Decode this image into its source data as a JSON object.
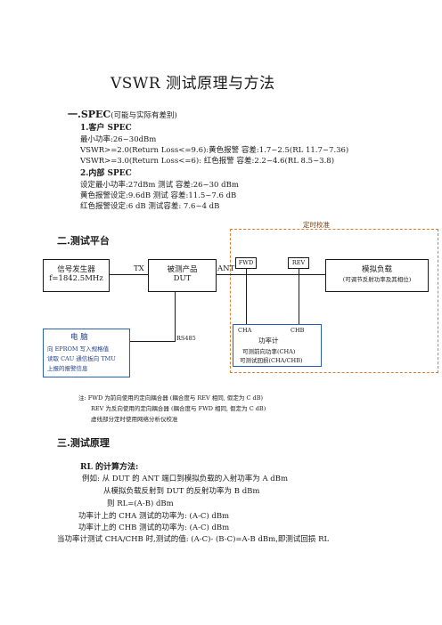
{
  "title": "VSWR 测试原理与方法",
  "sec1": {
    "heading_bold": "一.SPEC",
    "heading_note": "(可能与实际有差别)",
    "sub1": "1.客户 SPEC",
    "lines1": [
      "最小功率:26~30dBm",
      "VSWR>=2.0(Return Loss<=9.6):黄色报警  容差:1.7~2.5(RL 11.7~7.36)",
      "VSWR>=3.0(Return Loss<=6):   红色报警  容差:2.2~4.6(RL 8.5~3.8)"
    ],
    "sub2": "2.内部 SPEC",
    "lines2": [
      "设定最小功率:27dBm      测试 容差:26~30 dBm",
      "黄色报警设定:9.6dB        测试 容差:11.5~7.6 dB",
      "红色报警设定:6 dB           测试容差: 7.6~4 dB"
    ]
  },
  "sec2": {
    "heading": "二.测试平台",
    "calib_label": "定时校准",
    "sig_gen": [
      "信号发生器",
      "f=1842.5MHz"
    ],
    "tx": "TX",
    "dut": [
      "被测产品",
      "DUT"
    ],
    "ant": "ANT",
    "fwd": "FWD",
    "rev": "REV",
    "load": [
      "模拟负载",
      "(可调节反射功率及其相位)"
    ],
    "power_meter": [
      "CHA",
      "CHB",
      "功率计",
      "可测前向功率(CHA)",
      "可测试回损(CHA/CHB)"
    ],
    "rs485": "RS485",
    "pc": [
      "电   脑",
      "向 EPROM 写入规格值",
      "读取 CAU 通信板向 TMU",
      "上报的报警信息"
    ],
    "notes": [
      "注: FWD 为前向使用的定向耦合器 (耦合度与 REV 相同, 假定为 C dB)",
      "REV 为反向使用的定向耦合器 (耦合度与 FWD 相同, 假定为 C dB)",
      "虚线部分定时使用网络分析仪校准"
    ]
  },
  "sec3": {
    "heading": "三.测试原理",
    "sub": "RL 的计算方法:",
    "lines": [
      "例如: 从 DUT 的 ANT 端口到模拟负载的入射功率为 A dBm",
      "从模拟负载反射到 DUT 的反射功率为   B dBm",
      "则 RL=(A-B)   dBm",
      "功率计上的 CHA 测试的功率为: (A-C) dBm",
      "功率计上的 CHB 测试的功率为: (A-C) dBm",
      "当功率计测试 CHA/CHB 时,测试的值: (A-C)- (B-C)=A-B  dBm,即测试回损 RL"
    ]
  }
}
